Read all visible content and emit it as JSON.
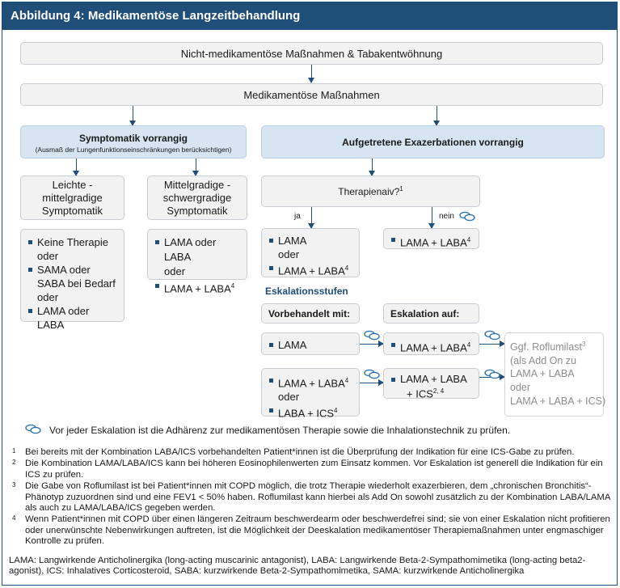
{
  "title": "Abbildung 4:  Medikamentöse Langzeitbehandlung",
  "top_box": "Nicht-medikamentöse Maßnahmen & Tabakentwöhnung",
  "second_box": "Medikamentöse Maßnahmen",
  "symptomatik": {
    "title": "Symptomatik vorrangig",
    "subtitle": "(Ausmaß der Lungenfunktionseinschränkungen berücksichtigen)",
    "leicht": [
      "Leichte -",
      "mittelgradige",
      "Symptomatik"
    ],
    "mittel": [
      "Mittelgradige -",
      "schwergradige",
      "Symptomatik"
    ],
    "leicht_items": [
      "Keine Therapie",
      "oder",
      "SAMA oder SABA bei Bedarf",
      "oder",
      "LAMA oder LABA"
    ],
    "mittel_items": [
      "LAMA oder LABA",
      "oder",
      "LAMA + LABA",
      "4"
    ]
  },
  "exazerbation": {
    "title": "Aufgetretene Exazerbationen vorrangig",
    "therapienaiv": "Therapienaiv?",
    "therapienaiv_sup": "1",
    "ja": "ja",
    "nein": "nein",
    "ja_items": [
      "LAMA",
      "oder",
      "LAMA + LABA",
      "4"
    ],
    "nein_item": "LAMA + LABA",
    "nein_sup": "4"
  },
  "eskalation": {
    "heading": "Eskalationsstufen",
    "vorbehandelt": "Vorbehandelt mit:",
    "eskalation_auf": "Eskalation auf:",
    "row1_left": "LAMA",
    "row1_mid": "LAMA + LABA",
    "row1_mid_sup": "4",
    "row2_left": [
      "LAMA + LABA",
      "4",
      "oder",
      "LABA + ICS",
      "4"
    ],
    "row2_mid": [
      "LAMA + LABA",
      "+ ICS",
      "2, 4"
    ],
    "right": [
      "Ggf. Roflumilast",
      "3",
      "(als Add On zu",
      "LAMA + LABA",
      "oder",
      "LAMA + LABA + ICS)"
    ]
  },
  "note": "Vor jeder Eskalation ist die Adhärenz zur medikamentösen Therapie sowie die Inhalationstechnik zu prüfen.",
  "footnotes": [
    {
      "num": "1",
      "text": "Bei bereits mit der Kombination LABA/ICS vorbehandelten Patient*innen ist die Überprüfung der Indikation für eine ICS-Gabe zu prüfen."
    },
    {
      "num": "2",
      "text": "Die Kombination LAMA/LABA/ICS kann bei höheren Eosinophilenwerten zum Einsatz kommen. Vor Eskalation ist generell die Indikation für ein ICS zu prüfen."
    },
    {
      "num": "3",
      "text": "Die Gabe von Roflumilast ist bei Patient*innen mit COPD möglich, die trotz Therapie wiederholt exazerbieren, dem „chronischen Bronchitis“-Phänotyp zuzuordnen sind und eine FEV1 < 50% haben. Roflumilast kann hierbei als Add On sowohl zusätzlich zu der Kombination LABA/LAMA als auch zu LAMA/LABA/ICS gegeben werden."
    },
    {
      "num": "4",
      "text": "Wenn Patient*innen mit COPD über einen längeren Zeitraum beschwerdearm oder beschwerdefrei sind; sie von einer Eskalation nicht profitieren oder unerwünschte Nebenwirkungen auftreten, ist die Möglichkeit der Deeskalation medikamentöser Therapiemaßnahmen unter engmaschiger Kontrolle zu prüfen."
    }
  ],
  "legend": "LAMA: Langwirkende Anticholinergika (long-acting muscarinic antagonist), LABA: Langwirkende Beta-2-Sympathomimetika (long-acting beta2-agonist), ICS: Inhalatives Corticosteroid, SABA: kurzwirkende Beta-2-Sympathomimetika, SAMA: kurzwirkende Anticholinergika",
  "colors": {
    "primary": "#1f4e79",
    "box_blue": "#d6e5f1",
    "box_grey": "#f2f2f2",
    "chat_icon": "#2e75b6"
  }
}
